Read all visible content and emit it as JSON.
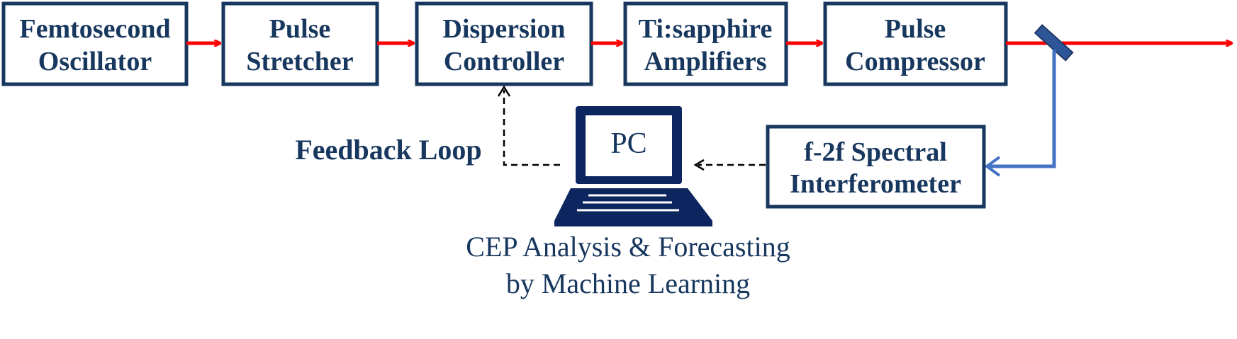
{
  "blocks": [
    {
      "line1": "Femtosecond",
      "line2": "Oscillator"
    },
    {
      "line1": "Pulse",
      "line2": "Stretcher"
    },
    {
      "line1": "Dispersion",
      "line2": "Controller"
    },
    {
      "line1": "Ti:sapphire",
      "line2": "Amplifiers"
    },
    {
      "line1": "Pulse",
      "line2": "Compressor"
    }
  ],
  "interferometer": {
    "line1": "f-2f Spectral",
    "line2": "Interferometer"
  },
  "feedback_label": "Feedback Loop",
  "pc_screen_label": "PC",
  "caption": {
    "line1": "CEP Analysis & Forecasting",
    "line2": "by Machine Learning"
  },
  "colors": {
    "box_border": "#17375e",
    "text": "#17375e",
    "beam_arrow": "#ff0000",
    "sample_beam": "#4472c4",
    "mirror": "#2e5597",
    "laptop": "#0d2660",
    "dashed": "#000000"
  }
}
